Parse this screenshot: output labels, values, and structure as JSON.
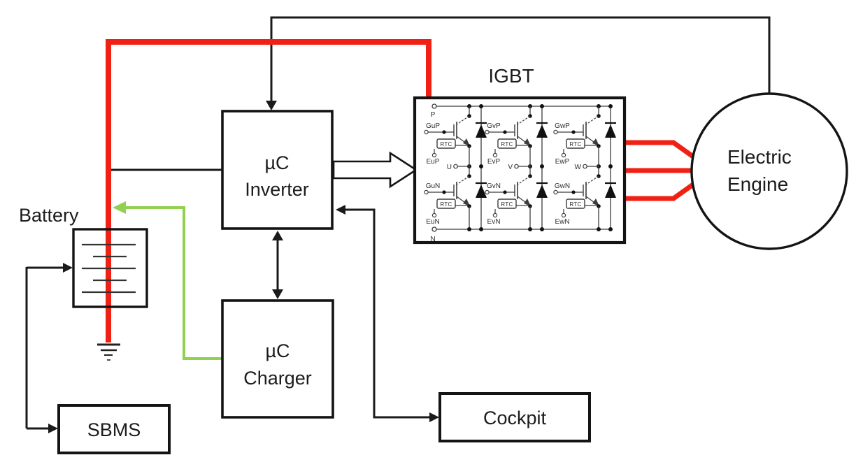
{
  "diagram": {
    "colors": {
      "power_red": "#f12015",
      "charge_green": "#92d050",
      "signal_black": "#1a1a1a"
    },
    "battery": {
      "label": "Battery"
    },
    "sbms": {
      "label": "SBMS"
    },
    "inverter": {
      "line1": "µC",
      "line2": "Inverter"
    },
    "charger": {
      "line1": "µC",
      "line2": "Charger"
    },
    "cockpit": {
      "label": "Cockpit"
    },
    "engine": {
      "line1": "Electric",
      "line2": "Engine"
    },
    "igbt": {
      "title": "IGBT",
      "rtc": "RTC",
      "terminals": {
        "p": "P",
        "n": "N",
        "u": "U",
        "v": "V",
        "w": "W"
      },
      "cells": [
        {
          "gate": "GuP",
          "emitter": "EuP"
        },
        {
          "gate": "GvP",
          "emitter": "EvP"
        },
        {
          "gate": "GwP",
          "emitter": "EwP"
        },
        {
          "gate": "GuN",
          "emitter": "EuN"
        },
        {
          "gate": "GvN",
          "emitter": "EvN"
        },
        {
          "gate": "GwN",
          "emitter": "EwN"
        }
      ]
    }
  }
}
